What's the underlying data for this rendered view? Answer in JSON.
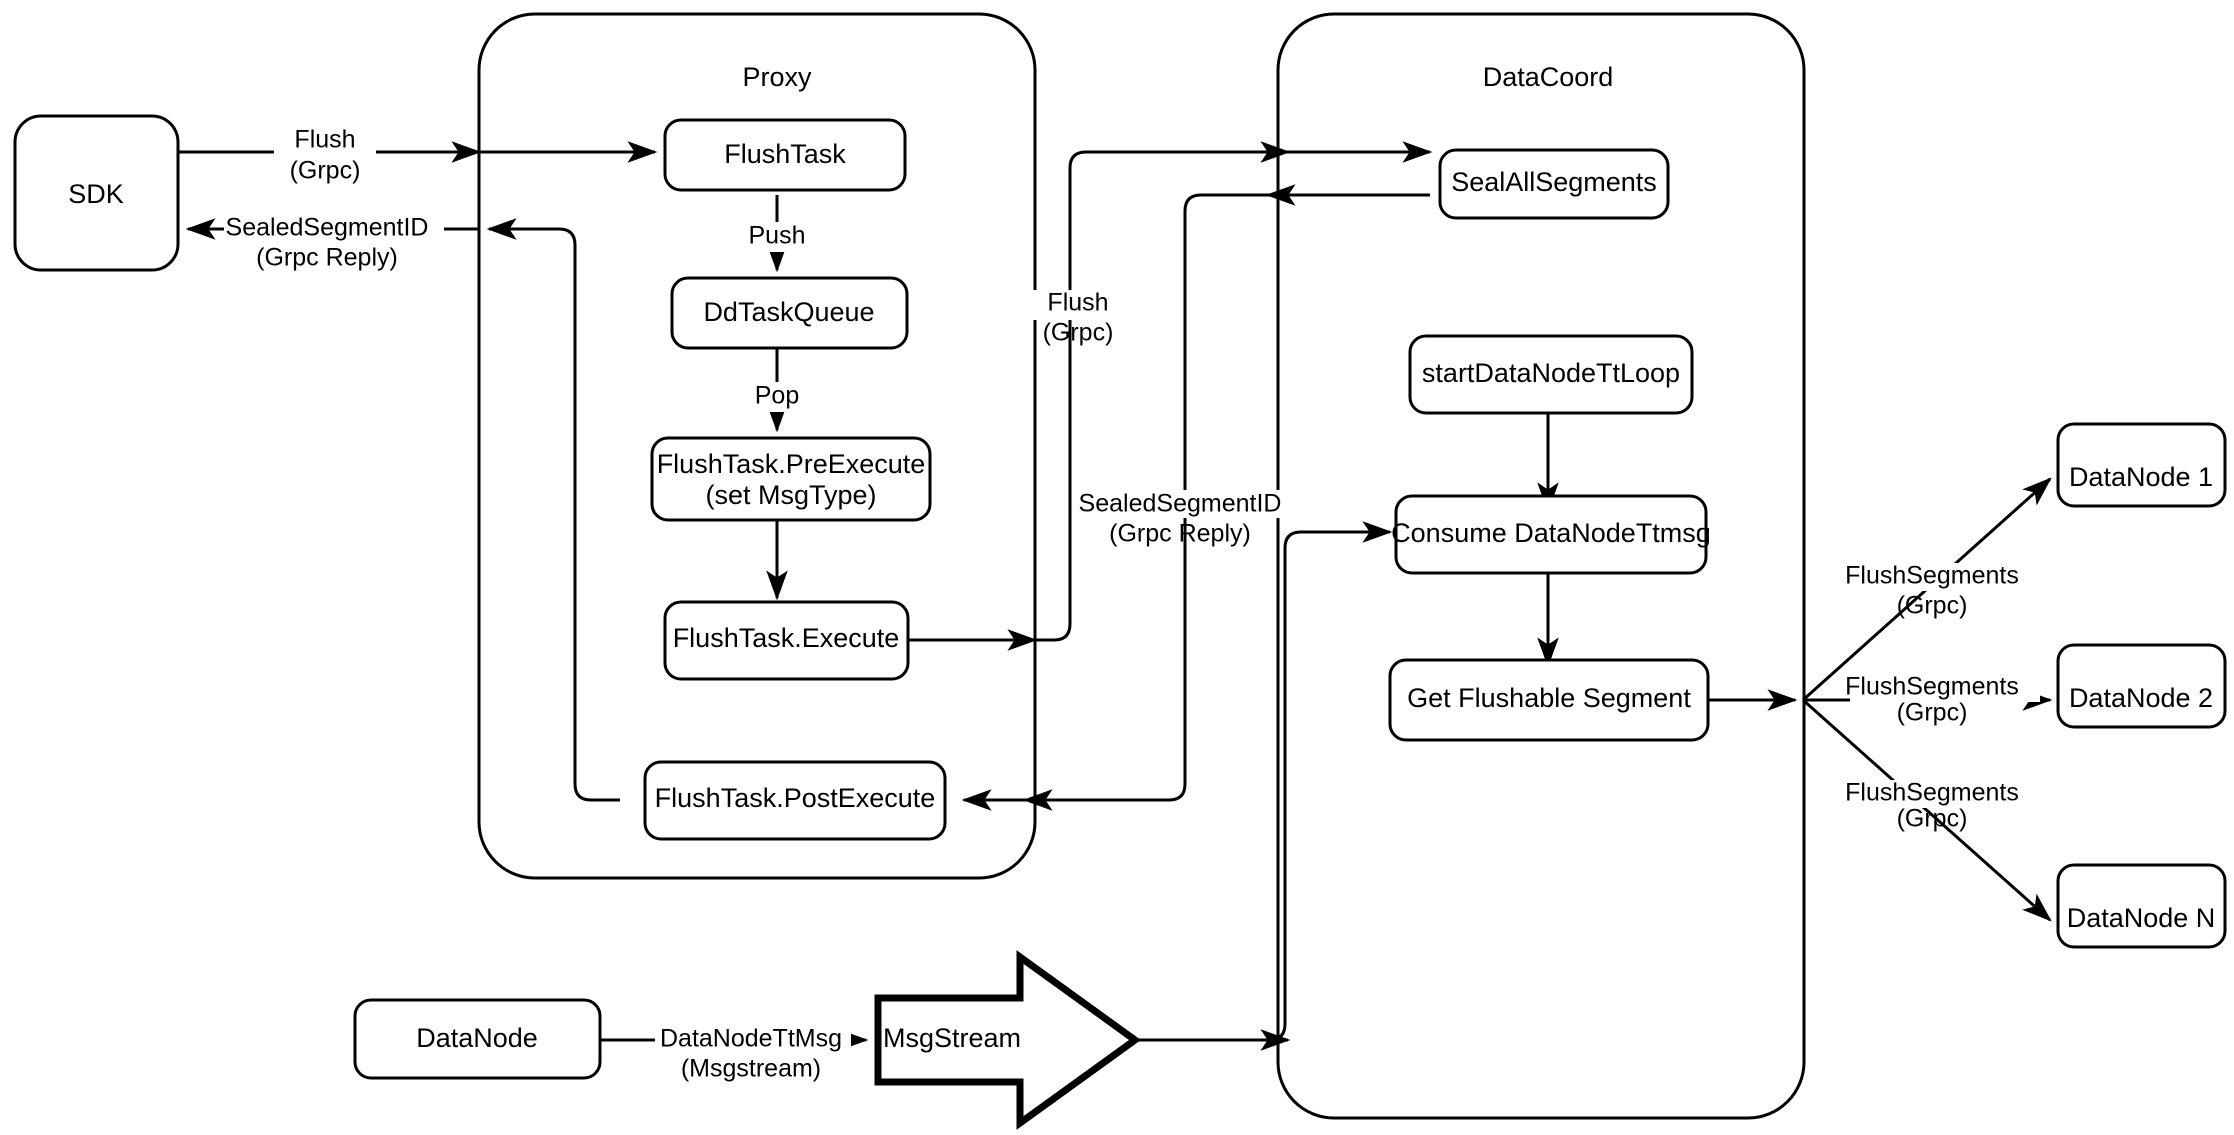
{
  "diagram": {
    "title": "Milvus Flush Flow",
    "background_color": "#ffffff",
    "stroke_color": "#000000"
  },
  "containers": [
    {
      "id": "proxy",
      "label": "Proxy"
    },
    {
      "id": "datacoord",
      "label": "DataCoord"
    }
  ],
  "nodes": {
    "sdk": {
      "label": "SDK"
    },
    "flush_task": {
      "label": "FlushTask"
    },
    "dd_task_queue": {
      "label": "DdTaskQueue"
    },
    "pre_execute_line1": {
      "label": "FlushTask.PreExecute"
    },
    "pre_execute_line2": {
      "label": "(set MsgType)"
    },
    "execute": {
      "label": "FlushTask.Execute"
    },
    "post_execute": {
      "label": "FlushTask.PostExecute"
    },
    "seal_all_segments": {
      "label": "SealAllSegments"
    },
    "start_datanode_tt_loop": {
      "label": "startDataNodeTtLoop"
    },
    "consume_datanode_ttmsg": {
      "label": "Consume DataNodeTtmsg"
    },
    "get_flushable_segment": {
      "label": "Get Flushable Segment"
    },
    "datanode_source": {
      "label": "DataNode"
    },
    "msgstream": {
      "label": "MsgStream"
    },
    "datanode_1": {
      "label": "DataNode 1"
    },
    "datanode_2": {
      "label": "DataNode 2"
    },
    "datanode_n": {
      "label": "DataNode N"
    }
  },
  "edge_labels": {
    "sdk_to_proxy_line1": "Flush",
    "sdk_to_proxy_line2": "(Grpc)",
    "proxy_to_sdk_line1": "SealedSegmentID",
    "proxy_to_sdk_line2": "(Grpc Reply)",
    "flush_push": "Push",
    "queue_pop": "Pop",
    "proxy_to_coord_line1": "Flush",
    "proxy_to_coord_line2": "(Grpc)",
    "coord_to_proxy_line1": "SealedSegmentID",
    "coord_to_proxy_line2": "(Grpc Reply)",
    "datanode_ttmsg_line1": "DataNodeTtMsg",
    "datanode_ttmsg_line2": "(Msgstream)",
    "flush_segments_1_line1": "FlushSegments",
    "flush_segments_1_line2": "(Grpc)",
    "flush_segments_2_line1": "FlushSegments",
    "flush_segments_2_line2": "(Grpc)",
    "flush_segments_n_line1": "FlushSegments",
    "flush_segments_n_line2": "(Grpc)"
  }
}
